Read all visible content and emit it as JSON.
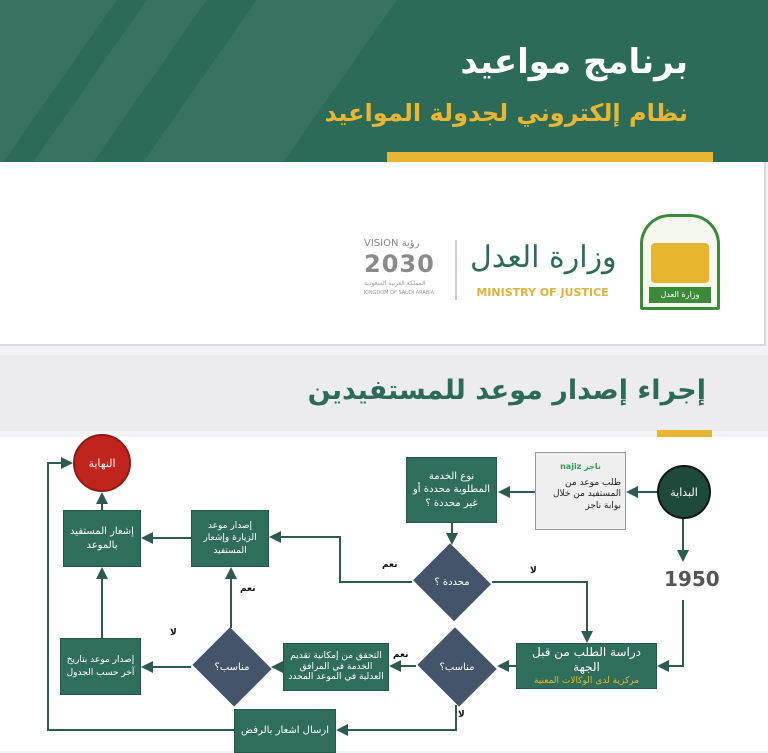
{
  "header": {
    "title": "برنامج مواعيد",
    "subtitle": "نظام إلكتروني لجدولة المواعيد"
  },
  "logos": {
    "ministry_ar": "وزارة العدل",
    "ministry_en": "MINISTRY OF JUSTICE",
    "vision_label": "VISION رؤية",
    "vision_year": "2030",
    "vision_sub_ar": "المملكة العربية السعودية",
    "vision_sub_en": "KINGDOM OF SAUDI ARABIA",
    "hotline": "1950",
    "najiz": "ناجز najiz"
  },
  "section": {
    "title": "إجراء إصدار موعد للمستفيدين"
  },
  "flow": {
    "start": "البداية",
    "end": "النهاية",
    "najiz_request": "طلب موعد من المستفيد من خلال بوابة ناجز",
    "service_type": "نوع الخدمة المطلوبة محددة أو غير محددة ؟",
    "specified": "محددة ؟",
    "study": "دراسة الطلب من قبل الجهة",
    "study_sub": "مركزية لدى الوكالات المعنية",
    "suitable1": "مناسب؟",
    "suitable2": "مناسب؟",
    "verify": "التحقق من إمكانية تقديم الخدمة في المرافق العدلية في الموعد المحدد",
    "issue_visit": "إصدار موعد الزيارة وإشعار المستفيد",
    "notify": "إشعار المستفيد بالموعد",
    "reschedule": "إصدار موعد بتاريخ آخر حسب الجدول",
    "reject": "ارسال اشعار بالرفض",
    "yes": "نعم",
    "no": "لا"
  },
  "colors": {
    "green": "#2b6b57",
    "gold": "#e9b633",
    "diamond": "#44546a",
    "end": "#c0241d",
    "start": "#1e4a3c"
  }
}
